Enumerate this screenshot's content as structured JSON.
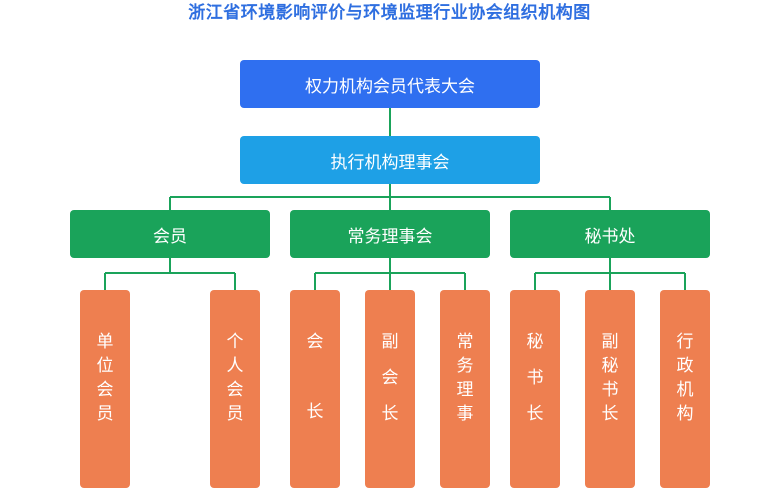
{
  "title": "浙江省环境影响评价与环境监理行业协会组织机构图",
  "colors": {
    "title": "#2f6fe0",
    "level1": "#2f6ff0",
    "level2": "#1ea0e6",
    "level3": "#1aa35a",
    "leaf": "#ee7f50",
    "connector": "#1aa35a"
  },
  "nodes": {
    "assembly": "权力机构会员代表大会",
    "council": "执行机构理事会",
    "members": "会员",
    "standing": "常务理事会",
    "secretariat": "秘书处"
  },
  "leaves": {
    "unit_member": [
      "单",
      "位",
      "会",
      "员"
    ],
    "individual_member": [
      "个",
      "人",
      "会",
      "员"
    ],
    "president": [
      "会",
      "长"
    ],
    "vice_president": [
      "副",
      "会",
      "长"
    ],
    "standing_director": [
      "常",
      "务",
      "理",
      "事"
    ],
    "secretary_general": [
      "秘",
      "书",
      "长"
    ],
    "deputy_secretary_general": [
      "副",
      "秘",
      "书",
      "长"
    ],
    "admin": [
      "行",
      "政",
      "机",
      "构"
    ]
  }
}
